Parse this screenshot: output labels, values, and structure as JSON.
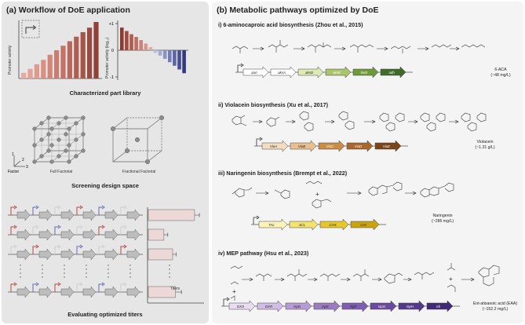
{
  "panel_a": {
    "title": "(a) Workflow of DoE application",
    "library_caption": "Characterized part library",
    "chart1_ylabel": "Promoter activity",
    "chart2_ylabel": "Promoter activity (log₁₀)",
    "chart2_ticks": [
      "+1",
      "0",
      "-1"
    ],
    "design_caption": "Screening design space",
    "full_factorial": "Full Factorial",
    "fractional_factorial": "Fractional Factorial",
    "factor_label": "Factor",
    "axis_numbers": [
      "1",
      "2",
      "3"
    ],
    "titers_caption": "Evaluating optimized titers",
    "titers_label": "Titers"
  },
  "chart_data": [
    {
      "type": "bar",
      "ylabel": "Promoter activity",
      "values": [
        0.1,
        0.17,
        0.25,
        0.33,
        0.42,
        0.5,
        0.58,
        0.66,
        0.74,
        0.82,
        0.9,
        1.0
      ],
      "colors": [
        "#e8a99c",
        "#e4a196",
        "#df998e",
        "#d99084",
        "#d2867a",
        "#cb7c70",
        "#c27266",
        "#b9685d",
        "#af5e53",
        "#a5554a",
        "#9a4b41",
        "#8f4238"
      ]
    },
    {
      "type": "bar",
      "ylabel": "Promoter activity (log₁₀)",
      "ylim": [
        -1,
        1
      ],
      "values": [
        0.85,
        0.72,
        0.6,
        0.5,
        0.38,
        0.25,
        0.12,
        -0.1,
        -0.2,
        -0.32,
        -0.45,
        -0.58,
        -0.72,
        -0.86
      ],
      "colors": [
        "#8e3b31",
        "#a2483c",
        "#b35a4e",
        "#c06d62",
        "#cc8277",
        "#d6978d",
        "#e0aea6",
        "#b9bfdd",
        "#a3abd3",
        "#8b93c5",
        "#727cb6",
        "#5c64a6",
        "#454e94",
        "#2f3980"
      ]
    },
    {
      "type": "bar",
      "ylabel": "Titers",
      "values": [
        0.95,
        0.32,
        0.5,
        0.56
      ],
      "errors": [
        0.1,
        0.08,
        0.07,
        0.12
      ]
    }
  ],
  "panel_b": {
    "title": "(b) Metabolic pathways optimized by DoE",
    "pathways": [
      {
        "title": "i) 6-aminocaproic acid biosynthesis (Zhou et al., 2015)",
        "genes": [
          "aarr",
          "aksA",
          "aksD",
          "aksE",
          "kivD",
          "adh"
        ],
        "gene_colors": [
          "#ffffff",
          "#ffffff",
          "#dfe9b4",
          "#a9c66a",
          "#6f9a3a",
          "#3f6b2a"
        ],
        "product": "6-ACA",
        "titer": "(~48 mg/L)"
      },
      {
        "title": "ii) Violacein biosynthesis (Xu et al., 2017)",
        "genes": [
          "VioA",
          "VioB",
          "VioC",
          "VioD",
          "VioE"
        ],
        "gene_colors": [
          "#f3dcc0",
          "#e8c08f",
          "#c98d46",
          "#a8682c",
          "#7a4518"
        ],
        "product": "Violacein",
        "titer": "(~1.31 g/L)"
      },
      {
        "title": "iii) Naringenin biosynthesis (Brempt et al., 2022)",
        "genes": [
          "TAL",
          "4CL",
          "CHS",
          "CHI"
        ],
        "gene_colors": [
          "#fbf3b8",
          "#f3e26e",
          "#e8c828",
          "#caa40f"
        ],
        "product": "Naringenin",
        "titer": "(~286 mg/L)"
      },
      {
        "title": "iv) MEP pathway (Hsu et al., 2023)",
        "genes": [
          "DXS",
          "DXR",
          "IspD",
          "IspE",
          "IspF",
          "IspG",
          "IspH",
          "Idi"
        ],
        "gene_colors": [
          "#eadcf2",
          "#d2bde6",
          "#b79bd5",
          "#9c7bc3",
          "#7f5db0",
          "#6a4a9e",
          "#53398a",
          "#3f2a75"
        ],
        "product": "Ent-atisanoic acid (EAA)",
        "titer": "(~152.2 mg/L)"
      }
    ]
  }
}
